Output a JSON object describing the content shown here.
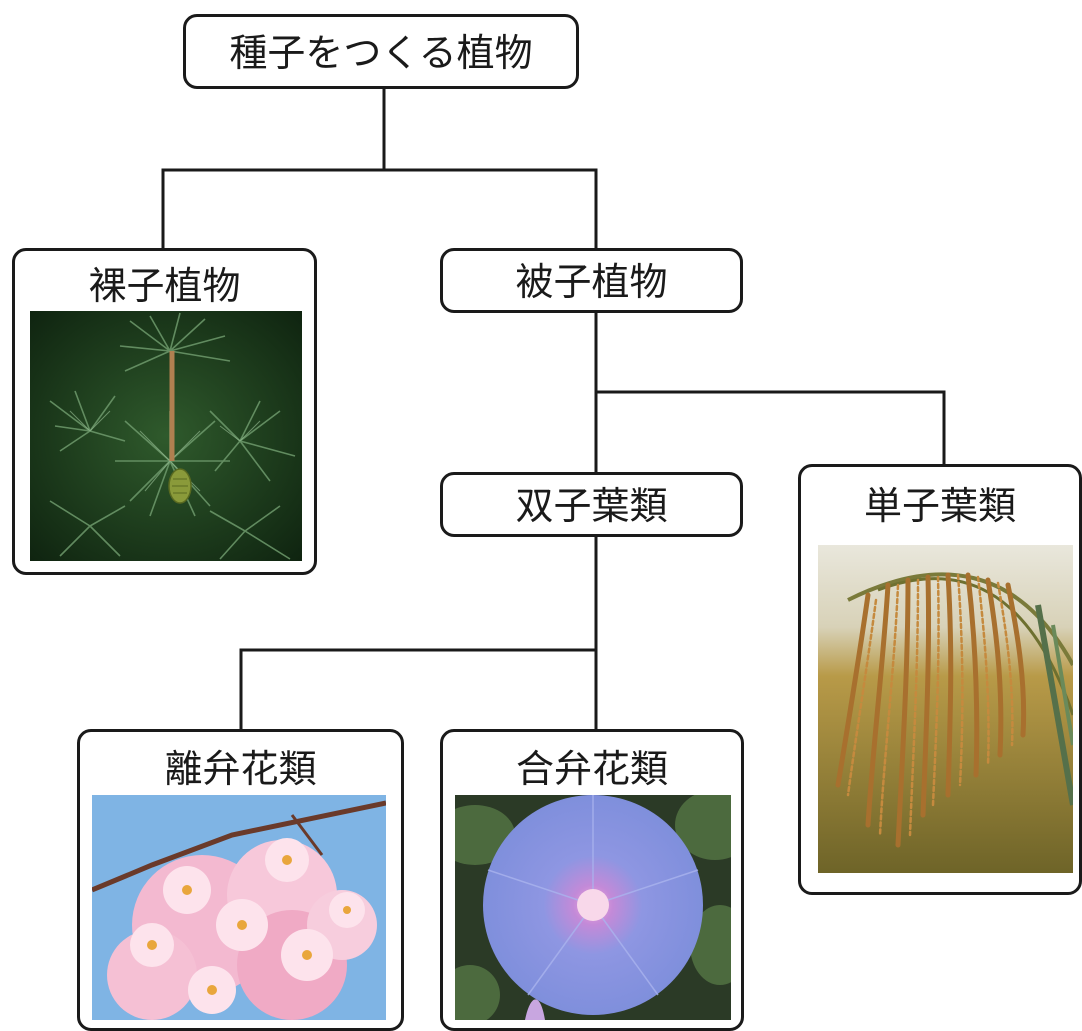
{
  "diagram": {
    "root": {
      "label": "種子をつくる植物"
    },
    "gymnosperm": {
      "label": "裸子植物",
      "photo": "pine-branch"
    },
    "angiosperm": {
      "label": "被子植物"
    },
    "dicot": {
      "label": "双子葉類"
    },
    "monocot": {
      "label": "単子葉類",
      "photo": "rice-ears"
    },
    "polypetalous": {
      "label": "離弁花類",
      "photo": "cherry-blossoms"
    },
    "sympetalous": {
      "label": "合弁花類",
      "photo": "morning-glory"
    }
  },
  "colors": {
    "line": "#1a1a1a",
    "box_border": "#1a1a1a",
    "background": "#ffffff"
  }
}
